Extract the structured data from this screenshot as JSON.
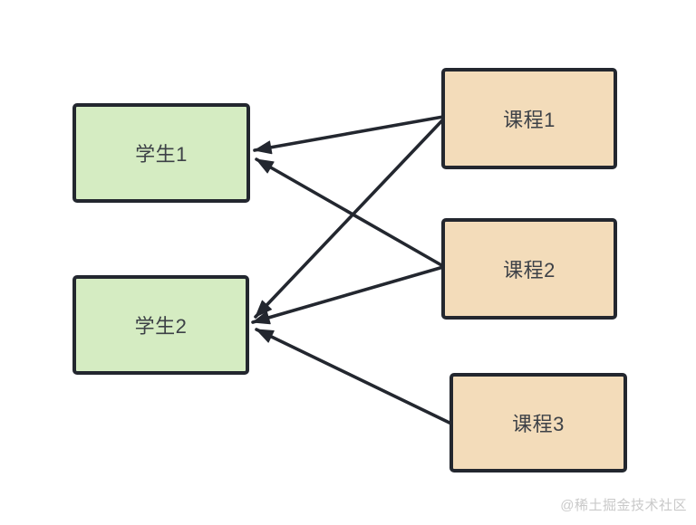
{
  "diagram": {
    "type": "relationship-diagram",
    "description": "Many-to-many relationship between students and courses, arrows point from course to student",
    "nodes": [
      {
        "id": "student1",
        "label": "学生1",
        "kind": "student",
        "fill": "#d5ecc2"
      },
      {
        "id": "student2",
        "label": "学生2",
        "kind": "student",
        "fill": "#d5ecc2"
      },
      {
        "id": "course1",
        "label": "课程1",
        "kind": "course",
        "fill": "#f3dcba"
      },
      {
        "id": "course2",
        "label": "课程2",
        "kind": "course",
        "fill": "#f3dcba"
      },
      {
        "id": "course3",
        "label": "课程3",
        "kind": "course",
        "fill": "#f3dcba"
      }
    ],
    "edges": [
      {
        "from": "course1",
        "to": "student1"
      },
      {
        "from": "course1",
        "to": "student2"
      },
      {
        "from": "course2",
        "to": "student1"
      },
      {
        "from": "course2",
        "to": "student2"
      },
      {
        "from": "course3",
        "to": "student2"
      }
    ],
    "colors": {
      "stroke": "#23272f",
      "student_fill": "#d5ecc2",
      "course_fill": "#f3dcba",
      "text": "#3d4147",
      "watermark": "#c9c9c9",
      "background": "#ffffff"
    }
  },
  "watermark": "@稀土掘金技术社区"
}
